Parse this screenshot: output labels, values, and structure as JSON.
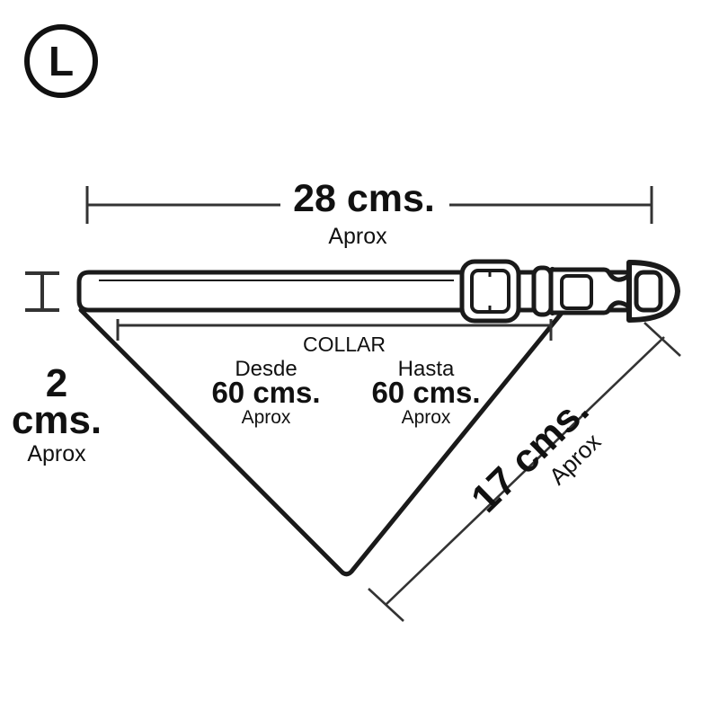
{
  "size_badge": {
    "label": "L",
    "shape": "circle-outline",
    "icon": "size-badge-icon"
  },
  "dimensions": {
    "width": {
      "value": "28 cms.",
      "approx": "Aprox",
      "orientation": "horizontal",
      "position": "top"
    },
    "strap_height": {
      "value": "2",
      "unit": "cms.",
      "approx": "Aprox",
      "orientation": "vertical",
      "position": "left"
    },
    "diagonal": {
      "value": "17 cms.",
      "approx": "Aprox",
      "orientation": "diagonal",
      "position": "bottom-right"
    }
  },
  "collar": {
    "title": "COLLAR",
    "from": {
      "label": "Desde",
      "value": "60 cms.",
      "approx": "Aprox"
    },
    "to": {
      "label": "Hasta",
      "value": "60 cms.",
      "approx": "Aprox"
    }
  },
  "colors": {
    "stroke": "#1a1a1a",
    "background": "#ffffff",
    "dimension_line": "#333333"
  },
  "product": {
    "type": "pet-bandana-collar",
    "parts": [
      "collar-strap",
      "slider-adjuster",
      "side-release-buckle",
      "d-ring",
      "bandana-triangle"
    ]
  }
}
